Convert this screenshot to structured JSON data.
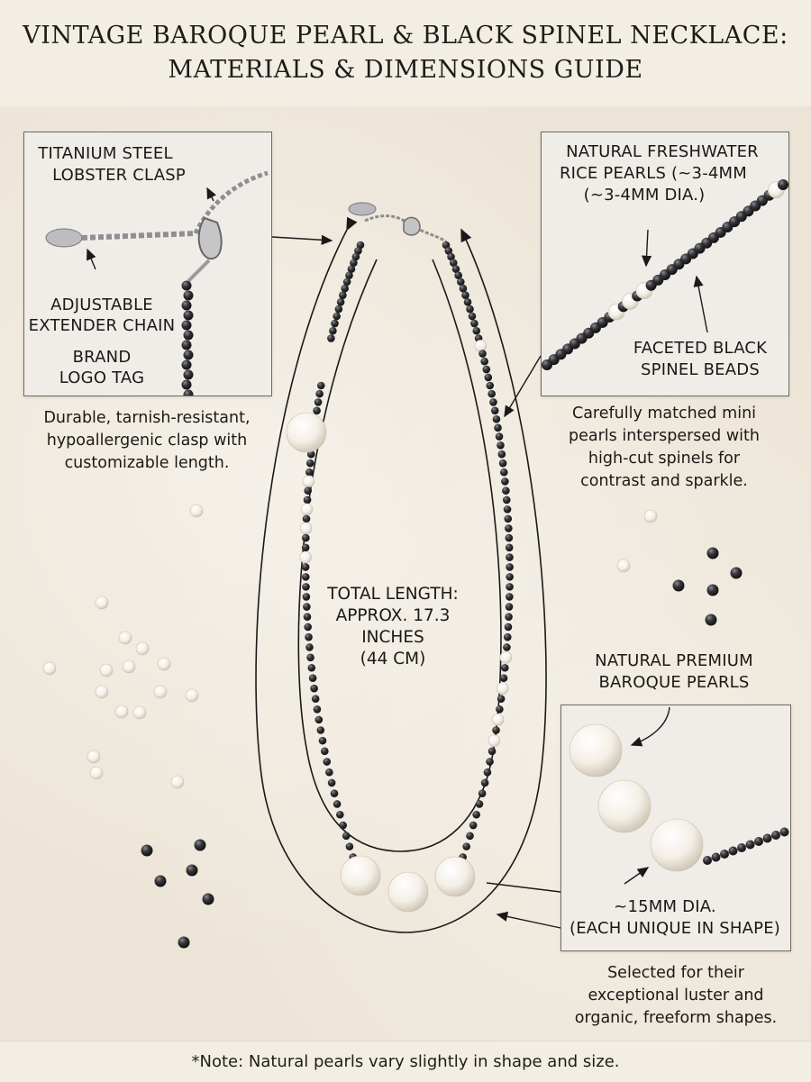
{
  "header": {
    "title_line1": "VINTAGE BAROQUE PEARL & BLACK SPINEL NECKLACE:",
    "title_line2": "MATERIALS & DIMENSIONS GUIDE"
  },
  "clasp_panel": {
    "label_clasp_1": "TITANIUM STEEL",
    "label_clasp_2": "LOBSTER CLASP",
    "label_extender_1": "ADJUSTABLE",
    "label_extender_2": "EXTENDER CHAIN",
    "label_tag_1": "BRAND",
    "label_tag_2": "LOGO TAG",
    "description": [
      "Durable, tarnish-resistant,",
      "hypoallergenic clasp with",
      "customizable length."
    ]
  },
  "rice_pearl_panel": {
    "label_pearls_1": "NATURAL FRESHWATER",
    "label_pearls_2": "RICE PEARLS (~3-4MM",
    "label_pearls_3": "(~3-4MM DIA.)",
    "label_spinel_1": "FACETED BLACK",
    "label_spinel_2": "SPINEL BEADS",
    "description": [
      "Carefully matched mini",
      "pearls interspersed with",
      "high-cut spinels for",
      "contrast and sparkle."
    ]
  },
  "length": {
    "line1": "TOTAL LENGTH:",
    "line2": "APPROX. 17.3 INCHES",
    "line3": "(44 CM)"
  },
  "baroque_panel": {
    "label_top_1": "NATURAL PREMIUM",
    "label_top_2": "BAROQUE PEARLS",
    "label_size_1": "~15MM DIA.",
    "label_size_2": "(EACH UNIQUE IN SHAPE)",
    "description": [
      "Selected for their",
      "exceptional luster and",
      "organic, freeform shapes."
    ]
  },
  "footer": {
    "note": "*Note: Natural pearls vary slightly in shape and size."
  },
  "colors": {
    "background": "#efe8dc",
    "spinel": "#2b2b2e",
    "pearl": "#fbf8f2",
    "outline": "#1a1a1a"
  }
}
